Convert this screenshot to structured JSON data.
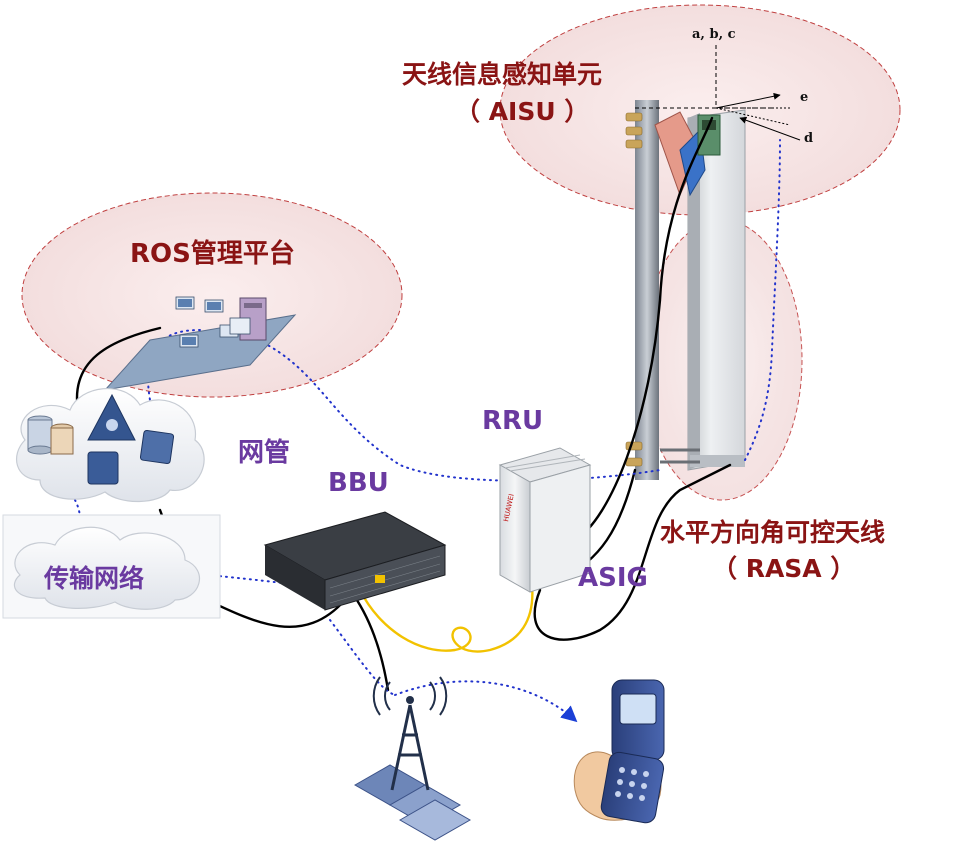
{
  "labels": {
    "aisu_title": "天线信息感知单元",
    "aisu_abbr": "（ AISU ）",
    "ros_title": "ROS管理平台",
    "net_mgmt": "网管",
    "transport": "传输网络",
    "bbu": "BBU",
    "rru": "RRU",
    "asig": "ASIG",
    "rasa_title": "水平方向角可控天线",
    "rasa_abbr": "（ RASA ）",
    "axis_abc": "a, b, c",
    "axis_e": "e",
    "axis_d": "d"
  },
  "colors": {
    "title_maroon": "#8a1414",
    "label_purple": "#6a3aa0",
    "dotted_link": "#2233cc",
    "fiber": "#f2c200",
    "ellipse_border": "#c04040"
  }
}
